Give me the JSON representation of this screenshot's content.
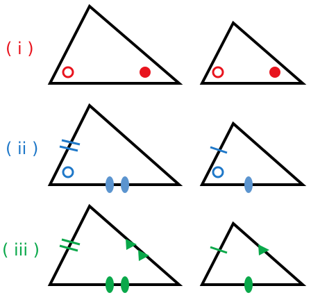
{
  "rows": [
    {
      "label": "( i )",
      "color": "#e8141e",
      "marks": [
        "angle-open-circle",
        "angle-filled-circle"
      ]
    },
    {
      "label": "( ii )",
      "color": "#1f78c8",
      "fill_color": "#5b94cf",
      "marks": [
        "side-double-tick",
        "angle-open-circle",
        "side-double-oval"
      ]
    },
    {
      "label": "( iii )",
      "color": "#0aa84a",
      "marks": [
        "side-double-tick",
        "side-double-triangle",
        "side-double-oval"
      ]
    }
  ]
}
